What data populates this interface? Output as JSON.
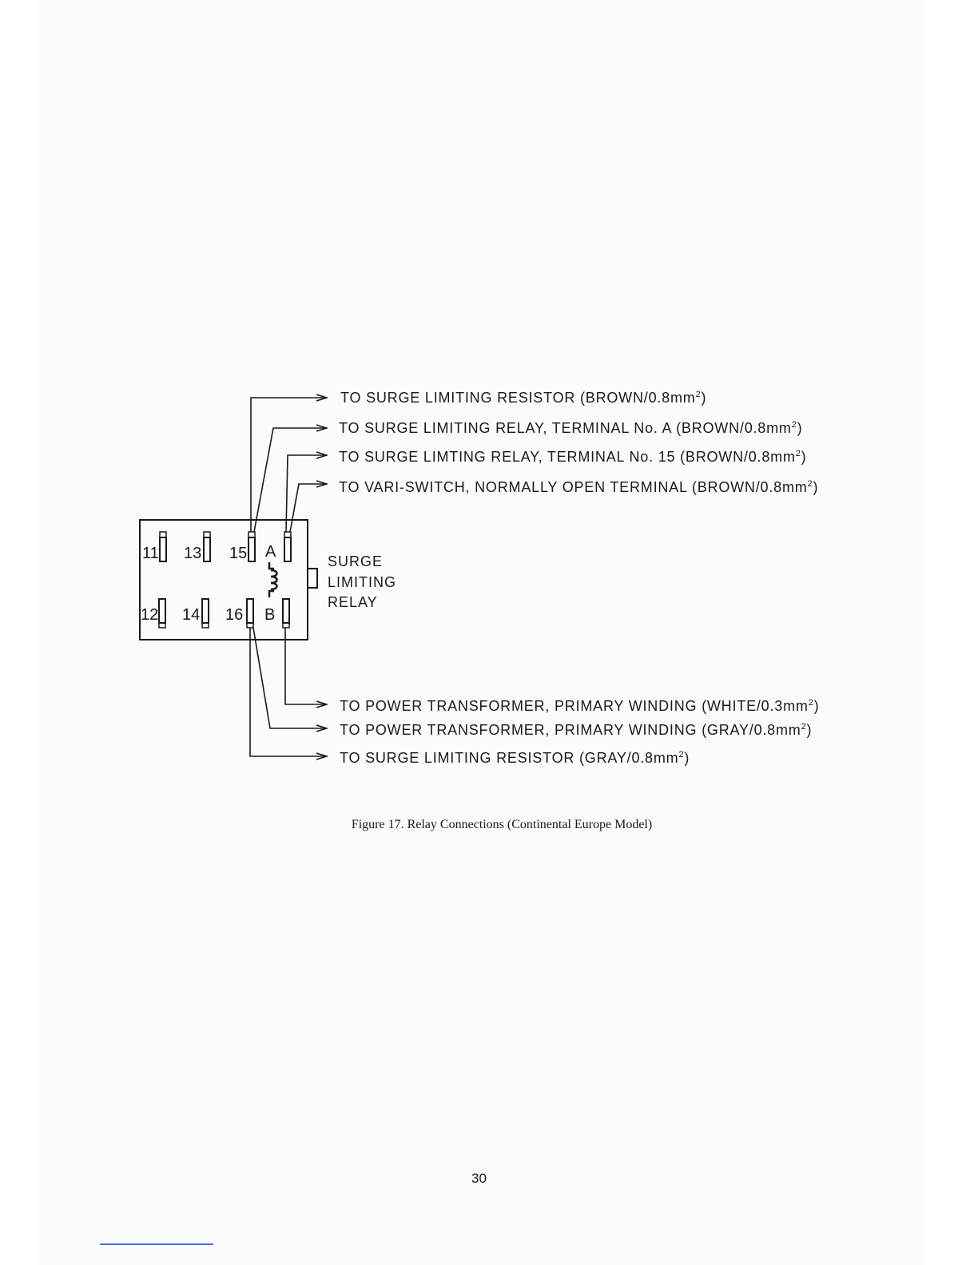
{
  "diagram": {
    "connections_top": [
      {
        "text": "TO SURGE LIMITING RESISTOR (BROWN/0.8mm",
        "sup": "2",
        "close": ")"
      },
      {
        "text": "TO SURGE LIMITING RELAY, TERMINAL No. A (BROWN/0.8mm",
        "sup": "2",
        "close": ")"
      },
      {
        "text": "TO SURGE LIMTING RELAY, TERMINAL No. 15 (BROWN/0.8mm",
        "sup": "2",
        "close": ")"
      },
      {
        "text": "TO VARI-SWITCH, NORMALLY OPEN TERMINAL (BROWN/0.8mm",
        "sup": "2",
        "close": ")"
      }
    ],
    "connections_bottom": [
      {
        "text": "TO POWER TRANSFORMER, PRIMARY WINDING (WHITE/0.3mm",
        "sup": "2",
        "close": ")"
      },
      {
        "text": "TO POWER TRANSFORMER, PRIMARY WINDING (GRAY/0.8mm",
        "sup": "2",
        "close": ")"
      },
      {
        "text": "TO SURGE LIMITING RESISTOR (GRAY/0.8mm",
        "sup": "2",
        "close": ")"
      }
    ],
    "relay": {
      "terminals_top": [
        "11",
        "13",
        "15",
        "A"
      ],
      "terminals_bottom": [
        "12",
        "14",
        "16",
        "B"
      ],
      "label_lines": [
        "SURGE",
        "LIMITING",
        "RELAY"
      ]
    }
  },
  "caption": "Figure 17.  Relay Connections (Continental Europe Model)",
  "page_number": "30",
  "colors": {
    "ink": "#1a1a1a",
    "paper": "#fbfbfb",
    "footer_rule": "#3d73e0"
  }
}
